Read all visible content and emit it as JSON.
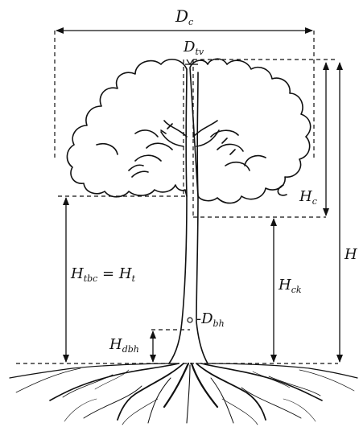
{
  "labels": {
    "Dc": {
      "main": "D",
      "sub": "c"
    },
    "Dtv": {
      "main": "D",
      "sub": "tv"
    },
    "Hc": {
      "main": "H",
      "sub": "c"
    },
    "H": {
      "main": "H",
      "sub": ""
    },
    "Htbc": {
      "main": "H",
      "sub": "tbc",
      "rest": " = H",
      "sub2": "t"
    },
    "Hck": {
      "main": "H",
      "sub": "ck"
    },
    "Dbh": {
      "main": "D",
      "sub": "bh",
      "prefix": "-"
    },
    "Hdbh": {
      "main": "H",
      "sub": "dbh"
    }
  }
}
